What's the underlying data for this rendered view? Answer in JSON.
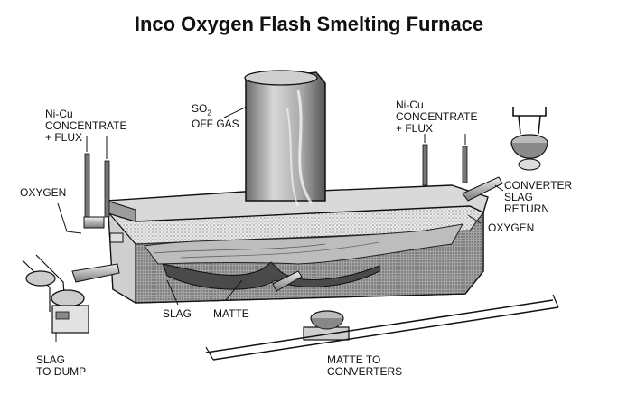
{
  "title": "Inco Oxygen Flash Smelting Furnace",
  "labels": {
    "so2": {
      "line1_prefix": "SO",
      "line1_sub": "2",
      "line2": "OFF GAS"
    },
    "conc_left": {
      "line1": "Ni-Cu",
      "line2": "CONCENTRATE",
      "line3": "+ FLUX"
    },
    "conc_right": {
      "line1": "Ni-Cu",
      "line2": "CONCENTRATE",
      "line3": "+ FLUX"
    },
    "oxygen_left": "OXYGEN",
    "oxygen_right": "OXYGEN",
    "converter_slag": {
      "line1": "CONVERTER",
      "line2": "SLAG",
      "line3": "RETURN"
    },
    "slag": "SLAG",
    "matte": "MATTE",
    "slag_dump": {
      "line1": "SLAG",
      "line2": "TO DUMP"
    },
    "matte_conv": {
      "line1": "MATTE TO",
      "line2": "CONVERTERS"
    }
  }
}
